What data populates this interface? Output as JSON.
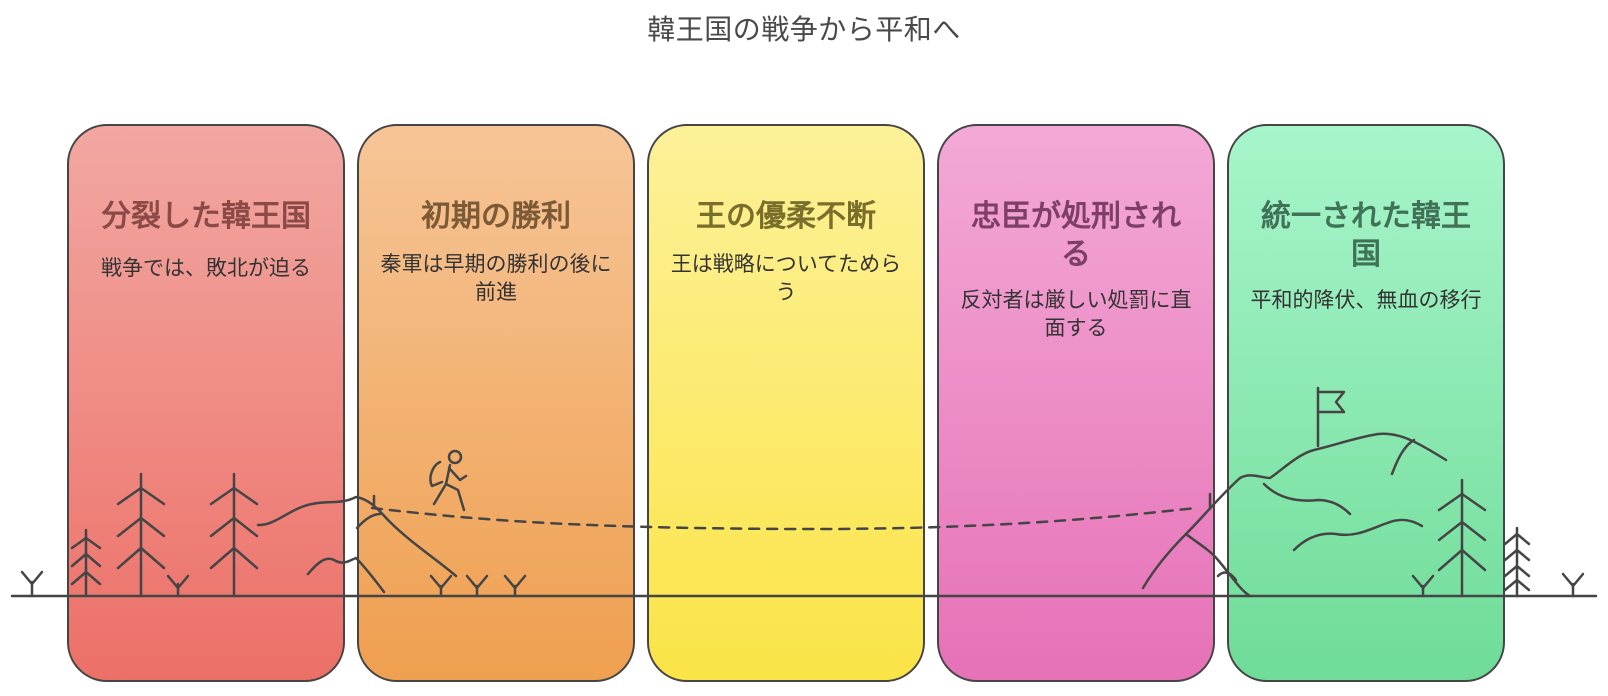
{
  "title": "韓王国の戦争から平和へ",
  "stages": [
    {
      "title": "分裂した韓王国",
      "description": "戦争では、敗北が迫る",
      "gradient": [
        "#f2a7a2",
        "#ec7067"
      ],
      "title_color": "#8b4a46"
    },
    {
      "title": "初期の勝利",
      "description": "秦軍は早期の勝利の後に前進",
      "gradient": [
        "#f6c597",
        "#ef9f4f"
      ],
      "title_color": "#7d5a36"
    },
    {
      "title": "王の優柔不断",
      "description": "王は戦略についてためらう",
      "gradient": [
        "#fdf199",
        "#fbe447"
      ],
      "title_color": "#7a6f2a"
    },
    {
      "title": "忠臣が処刑される",
      "description": "反対者は厳しい処罰に直面する",
      "gradient": [
        "#f3a9d6",
        "#e671b7"
      ],
      "title_color": "#7d3f66"
    },
    {
      "title": "統一された韓王国",
      "description": "平和的降伏、無血の移行",
      "gradient": [
        "#a7f5cb",
        "#6fdc98"
      ],
      "title_color": "#3f7256"
    }
  ],
  "colors": {
    "stroke": "#454545",
    "title_text": "#4a4a4a"
  },
  "icons": {
    "hiker": "hiker-icon",
    "flag": "flag-icon",
    "trees": "pine-tree-icon",
    "grass": "grass-icon",
    "mountains": "mountain-icon"
  }
}
